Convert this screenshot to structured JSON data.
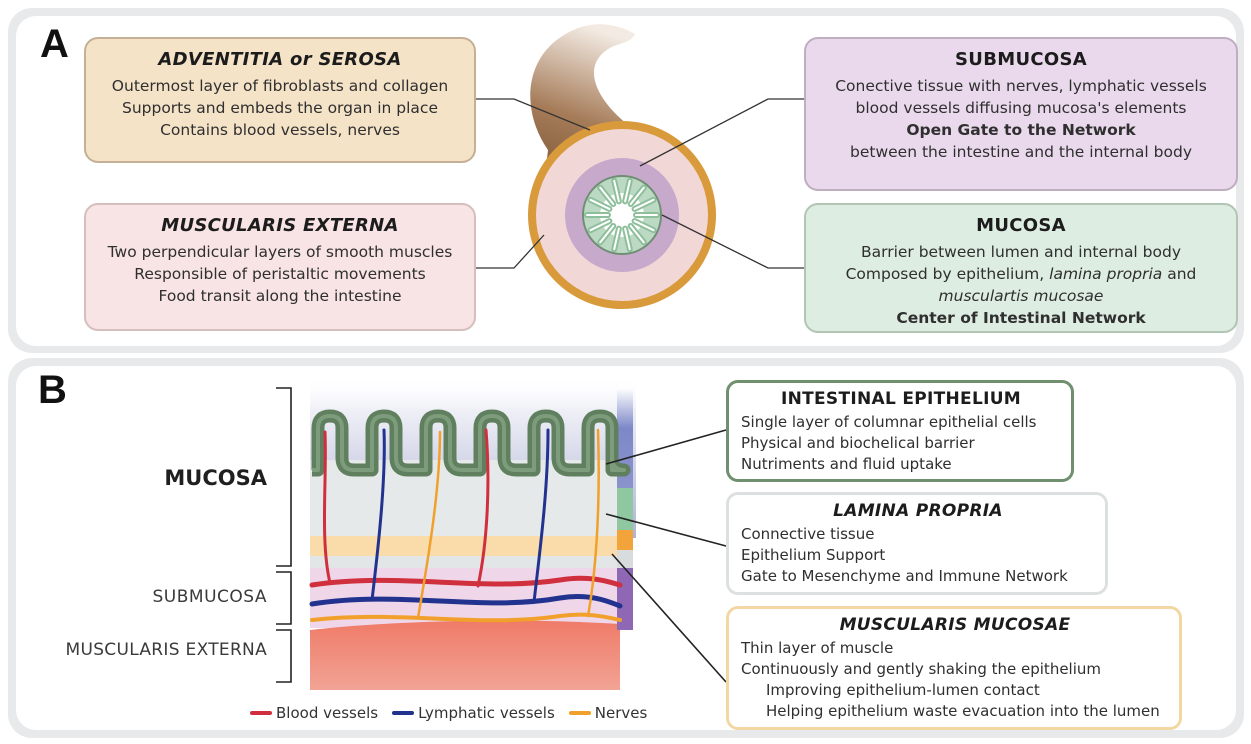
{
  "panel_a": {
    "letter": "A",
    "adventitia": {
      "title_html": "Adventitia or Serosa",
      "title": "ADVENTITIA or SEROSA",
      "lines": [
        "Outermost layer of fibroblasts and collagen",
        "Supports and embeds the organ in place",
        "Contains blood vessels, nerves"
      ]
    },
    "muscularis_externa": {
      "title": "MUSCULARIS EXTERNA",
      "lines": [
        "Two perpendicular layers of smooth muscles",
        "Responsible of peristaltic movements",
        "Food transit along the intestine"
      ]
    },
    "submucosa": {
      "title": "SUBMUCOSA",
      "lines": [
        "Conective tissue with nerves, lymphatic vessels",
        "blood vessels diffusing mucosa's elements"
      ],
      "bold_line": "Open Gate to the Network",
      "last_line": "between the intestine and the internal body"
    },
    "mucosa": {
      "title": "MUCOSA",
      "line1": "Barrier between lumen and internal body",
      "line2_a": "Composed by epithelium, ",
      "line2_b": "lamina propria",
      "line2_c": " and",
      "line3": "musculartis mucosae",
      "bold_line": "Center of Intestinal Network"
    }
  },
  "panel_b": {
    "letter": "B",
    "labels": {
      "mucosa": "MUCOSA",
      "submucosa": "SUBMUCOSA",
      "muscularis_externa": "MUSCULARIS EXTERNA"
    },
    "intestinal_epithelium": {
      "title": "INTESTINAL EPITHELIUM",
      "lines": [
        "Single layer of columnar epithelial cells",
        "Physical and biochelical barrier",
        "Nutriments and fluid uptake"
      ]
    },
    "lamina_propria": {
      "title": "LAMINA PROPRIA",
      "lines": [
        "Connective tissue",
        "Epithelium Support"
      ],
      "bold_line": "Gate to Mesenchyme and Immune Network"
    },
    "muscularis_mucosae": {
      "title": "MUSCULARIS MUCOSAE",
      "lines": [
        "Thin layer of muscle",
        "Continuously and gently shaking the epithelium"
      ],
      "indented": [
        "Improving epithelium-lumen contact",
        "Helping epithelium waste evacuation into the lumen"
      ]
    },
    "legend": {
      "blood": "Blood vessels",
      "lymph": "Lymphatic vessels",
      "nerves": "Nerves"
    }
  },
  "colors": {
    "adventitia": "#f5e3c8",
    "adventitia_border": "#b9a48a",
    "muscularis": "#f8e4e4",
    "muscularis_border": "#c9b1b1",
    "submucosa": "#ead9ec",
    "submucosa_border": "#b7a4b8",
    "mucosa": "#deede1",
    "mucosa_border": "#a8bca9",
    "epithelium": "#5f7f5f",
    "lamina": "#e3e6e6",
    "mm": "#f7d9a9",
    "blood": "#d0303e",
    "lymph": "#22338f",
    "nerve": "#f1a02c"
  }
}
